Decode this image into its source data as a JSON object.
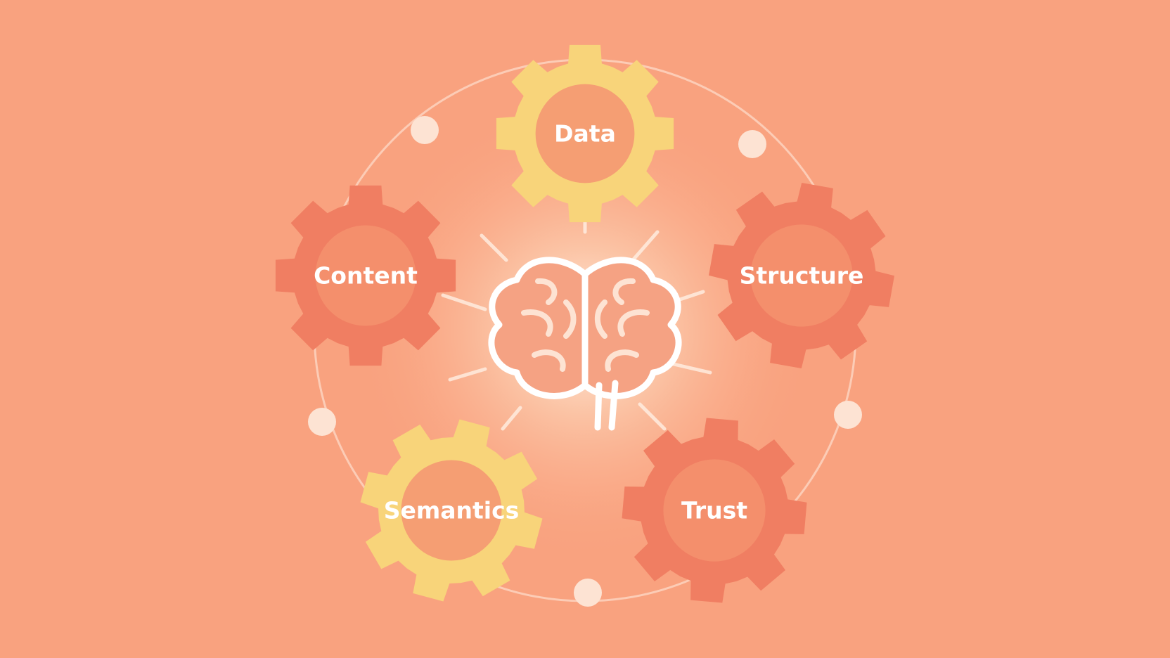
{
  "colors": {
    "background": "#f9a27f",
    "gear_yellow": "#f8d47a",
    "gear_orange": "#f07e62",
    "hub_yellow": "#f59e73",
    "hub_orange": "#f48f6c",
    "ring": "#fde7da",
    "brain_stroke": "#ffffff",
    "brain_fill": "#f5a283"
  },
  "center": {
    "icon": "brain-icon"
  },
  "gears": [
    {
      "id": "data",
      "label": "Data",
      "color": "yellow"
    },
    {
      "id": "structure",
      "label": "Structure",
      "color": "orange"
    },
    {
      "id": "trust",
      "label": "Trust",
      "color": "orange"
    },
    {
      "id": "semantics",
      "label": "Semantics",
      "color": "yellow"
    },
    {
      "id": "content",
      "label": "Content",
      "color": "orange"
    }
  ]
}
